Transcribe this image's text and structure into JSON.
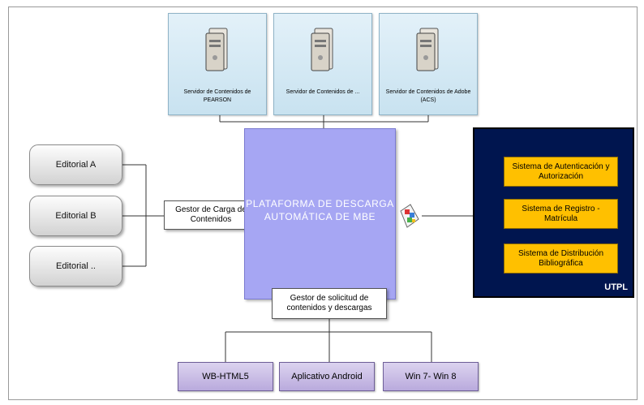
{
  "servers": [
    {
      "label": "Servidor de Contenidos de PEARSON"
    },
    {
      "label": "Servidor de Contenidos de ..."
    },
    {
      "label": "Servidor de Contenidos de Adobe (ACS)"
    }
  ],
  "editorials": [
    {
      "label": "Editorial A"
    },
    {
      "label": "Editorial B"
    },
    {
      "label": "Editorial .."
    }
  ],
  "gestor_carga": {
    "label": "Gestor de Carga de Contenidos"
  },
  "platform": {
    "title": "PLATAFORMA DE DESCARGA AUTOMÁTICA DE MBE"
  },
  "gestor_solicitud": {
    "label": "Gestor de solicitud de contenidos y descargas"
  },
  "utpl": {
    "tag": "UTPL",
    "systems": [
      {
        "label": "Sistema de Autenticación y Autorización"
      },
      {
        "label": "Sistema de Registro - Matrícula"
      },
      {
        "label": "Sistema de Distribución Bibliográfica"
      }
    ]
  },
  "clients": [
    {
      "label": "WB-HTML5"
    },
    {
      "label": "Aplicativo Android"
    },
    {
      "label": "Win 7- Win 8"
    }
  ],
  "colors": {
    "platform": "#a6a6f3",
    "utpl_panel": "#00154f",
    "system_box": "#ffc000",
    "client_box": "#c9bde6",
    "server_box": "#d6eaf5"
  }
}
